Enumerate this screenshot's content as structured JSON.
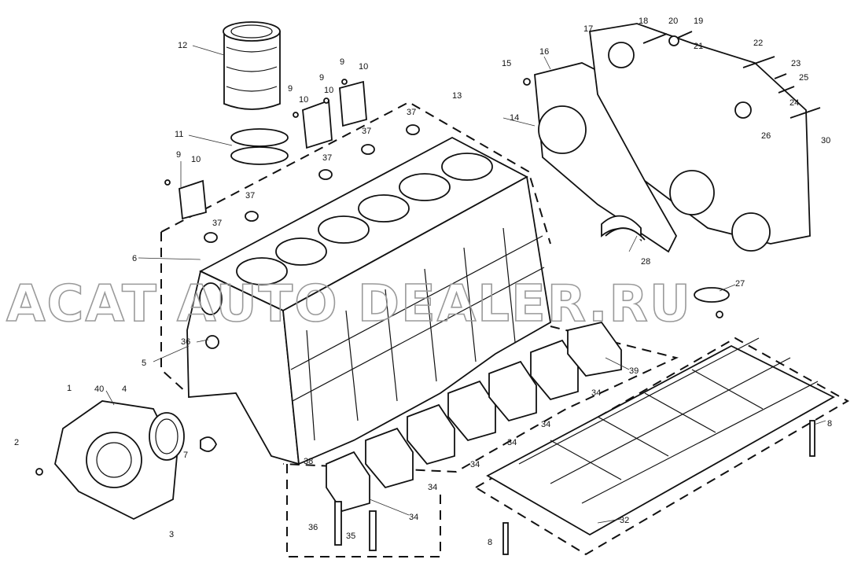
{
  "watermark": "ACAT AUTO DEALER.RU",
  "callouts": [
    "1",
    "2",
    "3",
    "4",
    "5",
    "6",
    "7",
    "8",
    "8",
    "9",
    "9",
    "9",
    "9",
    "10",
    "10",
    "10",
    "10",
    "11",
    "12",
    "13",
    "14",
    "15",
    "16",
    "17",
    "18",
    "19",
    "20",
    "21",
    "22",
    "23",
    "24",
    "25",
    "26",
    "27",
    "28",
    "30",
    "32",
    "34",
    "34",
    "34",
    "34",
    "34",
    "34",
    "35",
    "36",
    "36",
    "37",
    "37",
    "37",
    "37",
    "37",
    "38",
    "39",
    "40"
  ],
  "colors": {
    "line": "#111111",
    "watermark_stroke": "#9a9a9a",
    "background": "#ffffff"
  }
}
